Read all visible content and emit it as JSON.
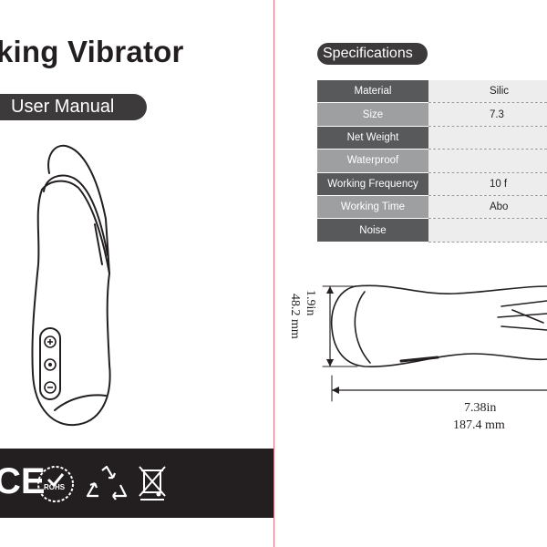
{
  "left_page": {
    "title": "king Vibrator",
    "subtitle": "User Manual",
    "certifications": [
      "CE",
      "ROHS",
      "recycle-icon",
      "weee-bin-icon"
    ],
    "cert_ce": "CE",
    "cert_rohs": "ROHS"
  },
  "right_page": {
    "section_title": "Specifications",
    "specs": [
      {
        "label": "Material",
        "value": "Silic"
      },
      {
        "label": "Size",
        "value": "7.3"
      },
      {
        "label": "Net Weight",
        "value": ""
      },
      {
        "label": "Waterproof",
        "value": ""
      },
      {
        "label": "Working Frequency",
        "value": "10 f"
      },
      {
        "label": "Working Time",
        "value": "Abo"
      },
      {
        "label": "Noise",
        "value": ""
      }
    ],
    "dimensions": {
      "height_in": "1.9in",
      "height_mm": "48.2 mm",
      "length_in": "7.38in",
      "length_mm": "187.4 mm"
    }
  },
  "colors": {
    "dark": "#231f20",
    "pill": "#3d3a3b",
    "table_dark": "#58595b",
    "table_light": "#9e9fa1",
    "divider": "#e0737d"
  }
}
